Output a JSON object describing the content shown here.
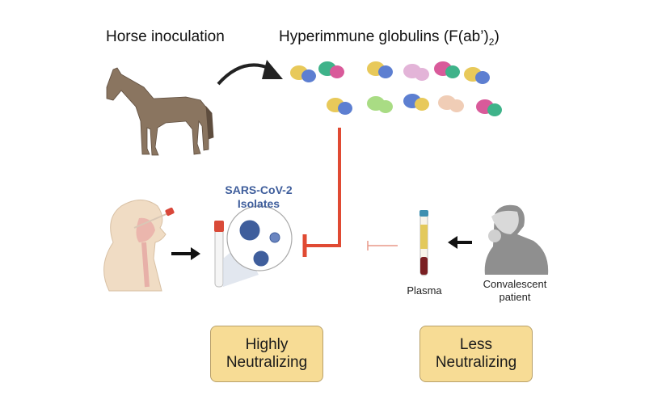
{
  "labels": {
    "horse_inoculation": "Horse inoculation",
    "globulins_prefix": "Hyperimmune globulins (F(ab’)",
    "globulins_sub": "2",
    "globulins_suffix": ")",
    "sars_title_line1": "SARS-CoV-2",
    "sars_title_line2": "Isolates",
    "plasma": "Plasma",
    "convalescent_line1": "Convalescent",
    "convalescent_line2": "patient"
  },
  "outcome_boxes": [
    {
      "line1": "Highly",
      "line2": "Neutralizing"
    },
    {
      "line1": "Less",
      "line2": "Neutralizing"
    }
  ],
  "colors": {
    "inhibition_red": "#e04a33",
    "box_fill": "#f7dc95",
    "virus_blue": "#3f5e9c",
    "horse_brown": "#8a7560",
    "arrow_black": "#111111"
  },
  "globulin_molecules": [
    {
      "colors": [
        "#e8c95a",
        "#5d7fd1"
      ]
    },
    {
      "colors": [
        "#3fb38a",
        "#d95a9a"
      ]
    },
    {
      "colors": [
        "#e8c95a",
        "#5d7fd1"
      ]
    },
    {
      "colors": [
        "#e3b4d8",
        "#e3b4d8"
      ]
    },
    {
      "colors": [
        "#d95a9a",
        "#3fb38a"
      ]
    },
    {
      "colors": [
        "#e8c95a",
        "#5d7fd1"
      ]
    },
    {
      "colors": [
        "#e8c95a",
        "#5d7fd1"
      ]
    },
    {
      "colors": [
        "#a9dc84",
        "#a9dc84"
      ]
    },
    {
      "colors": [
        "#5d7fd1",
        "#e8c95a"
      ]
    },
    {
      "colors": [
        "#f0cdb6",
        "#f0cdb6"
      ]
    },
    {
      "colors": [
        "#d95a9a",
        "#3fb38a"
      ]
    }
  ]
}
